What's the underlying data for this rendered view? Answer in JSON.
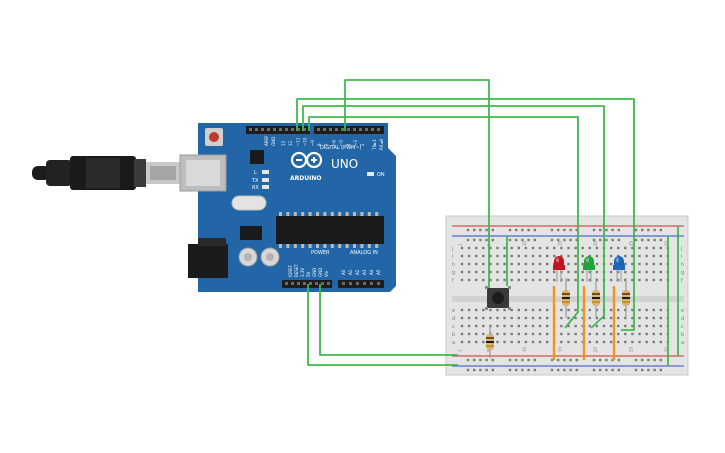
{
  "board": {
    "brand": "ARDUINO",
    "model": "UNO",
    "digital_header_label": "DIGITAL (PWM~)",
    "power_label": "POWER",
    "analog_label": "ANALOG IN",
    "on_label": "ON",
    "led_l_label": "L",
    "led_tx_label": "TX",
    "led_rx_label": "RX",
    "aref_label": "AREF",
    "gnd_label": "GND",
    "rx_label": "RX◄0",
    "tx_label": "TX►1",
    "power_pins": [
      "IOREF",
      "RESET",
      "3.3V",
      "5V",
      "GND",
      "GND",
      "Vin"
    ],
    "analog_pins": [
      "A0",
      "A1",
      "A2",
      "A3",
      "A4",
      "A5"
    ],
    "digital_pins": [
      "13",
      "12",
      "~11",
      "~10",
      "~9",
      "8",
      "7",
      "~6",
      "~5",
      "4",
      "~3",
      "2"
    ]
  },
  "breadboard": {
    "row_labels": [
      "a",
      "b",
      "c",
      "d",
      "e",
      "f",
      "g",
      "h",
      "i",
      "j"
    ],
    "column_numbers": [
      "1",
      "5",
      "10",
      "15",
      "20",
      "25",
      "30"
    ]
  },
  "components": {
    "leds": [
      {
        "color": "#c0141b",
        "name": "red"
      },
      {
        "color": "#21a23a",
        "name": "green"
      },
      {
        "color": "#1a67b8",
        "name": "blue"
      }
    ],
    "wire_color": "#3fb94d",
    "jumper_color": "#f0941f",
    "board_color": "#2266a8"
  }
}
